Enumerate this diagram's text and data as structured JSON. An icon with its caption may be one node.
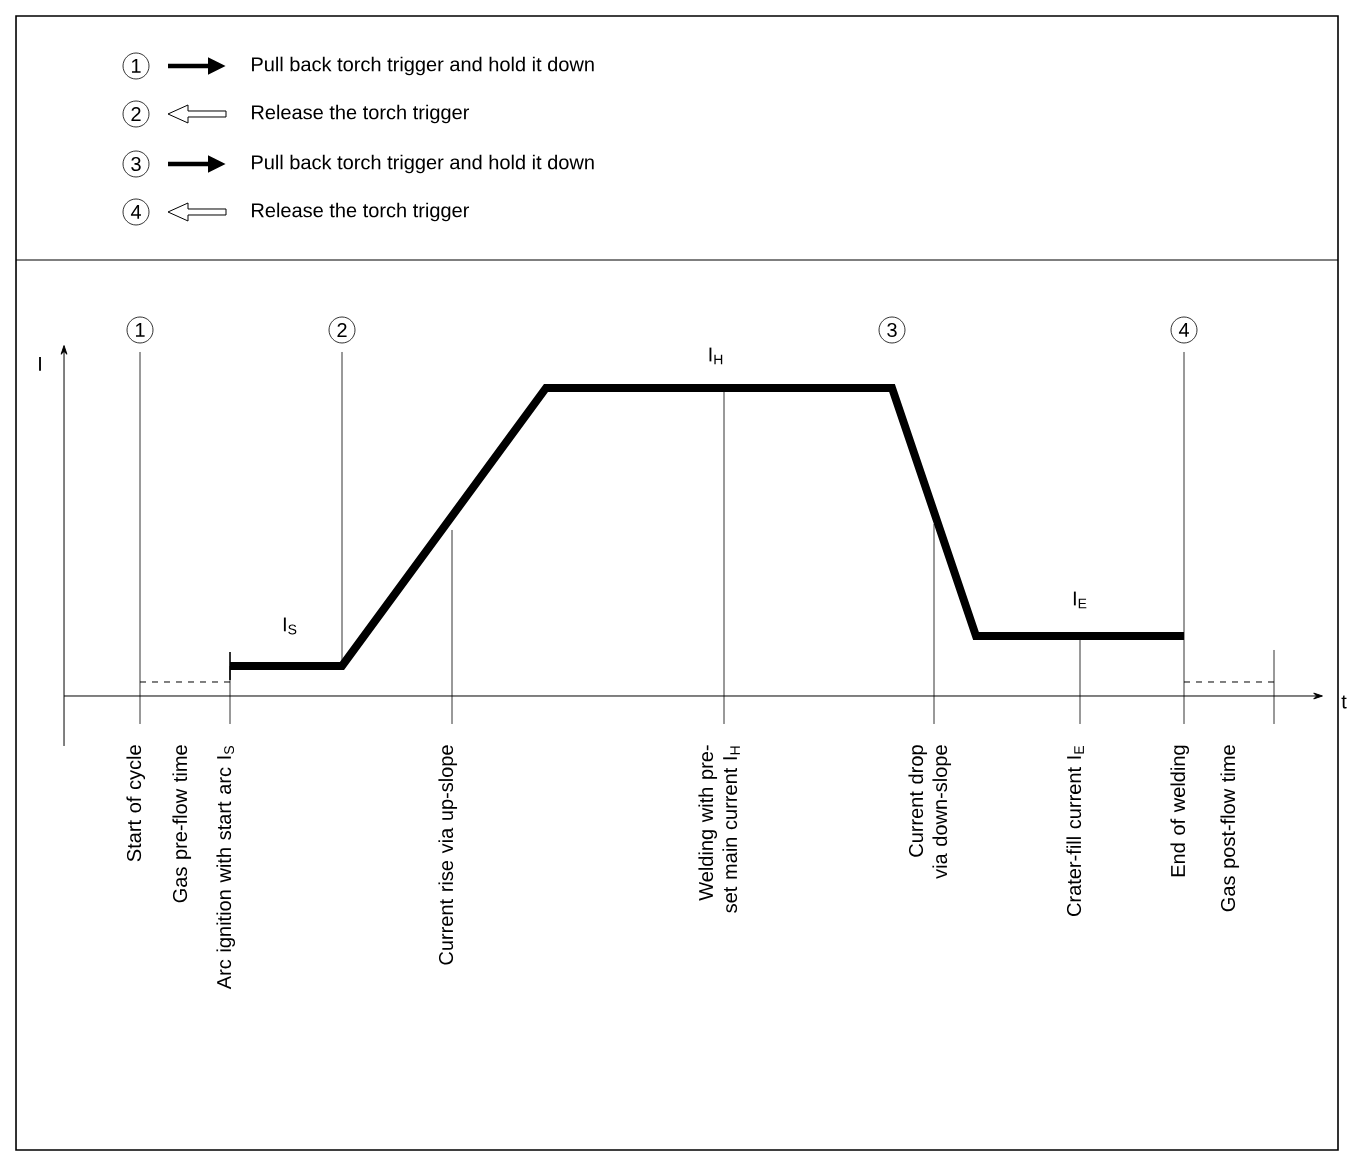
{
  "diagram": {
    "labels": [
      "1",
      "Pull back torch trigger and hold it down",
      "2",
      "Release the torch trigger",
      "3",
      "Pull back torch trigger and hold it down",
      "4",
      "Release the torch trigger",
      "1",
      "2",
      "3",
      "4",
      "I",
      "I$_{H}$",
      "I$_{S}$",
      "I$_{E}$",
      "t",
      "Start of cycle",
      "Gas pre-flow time",
      "Arc ignition with start arc I$_{S}$",
      "Current rise via up-slope",
      "Welding with pre-set main current I$_{H}$",
      "Current drop via down-slope",
      "Crater-fill current I$_{E}$",
      "End of welding",
      "Gas post-flow time"
    ]
  }
}
